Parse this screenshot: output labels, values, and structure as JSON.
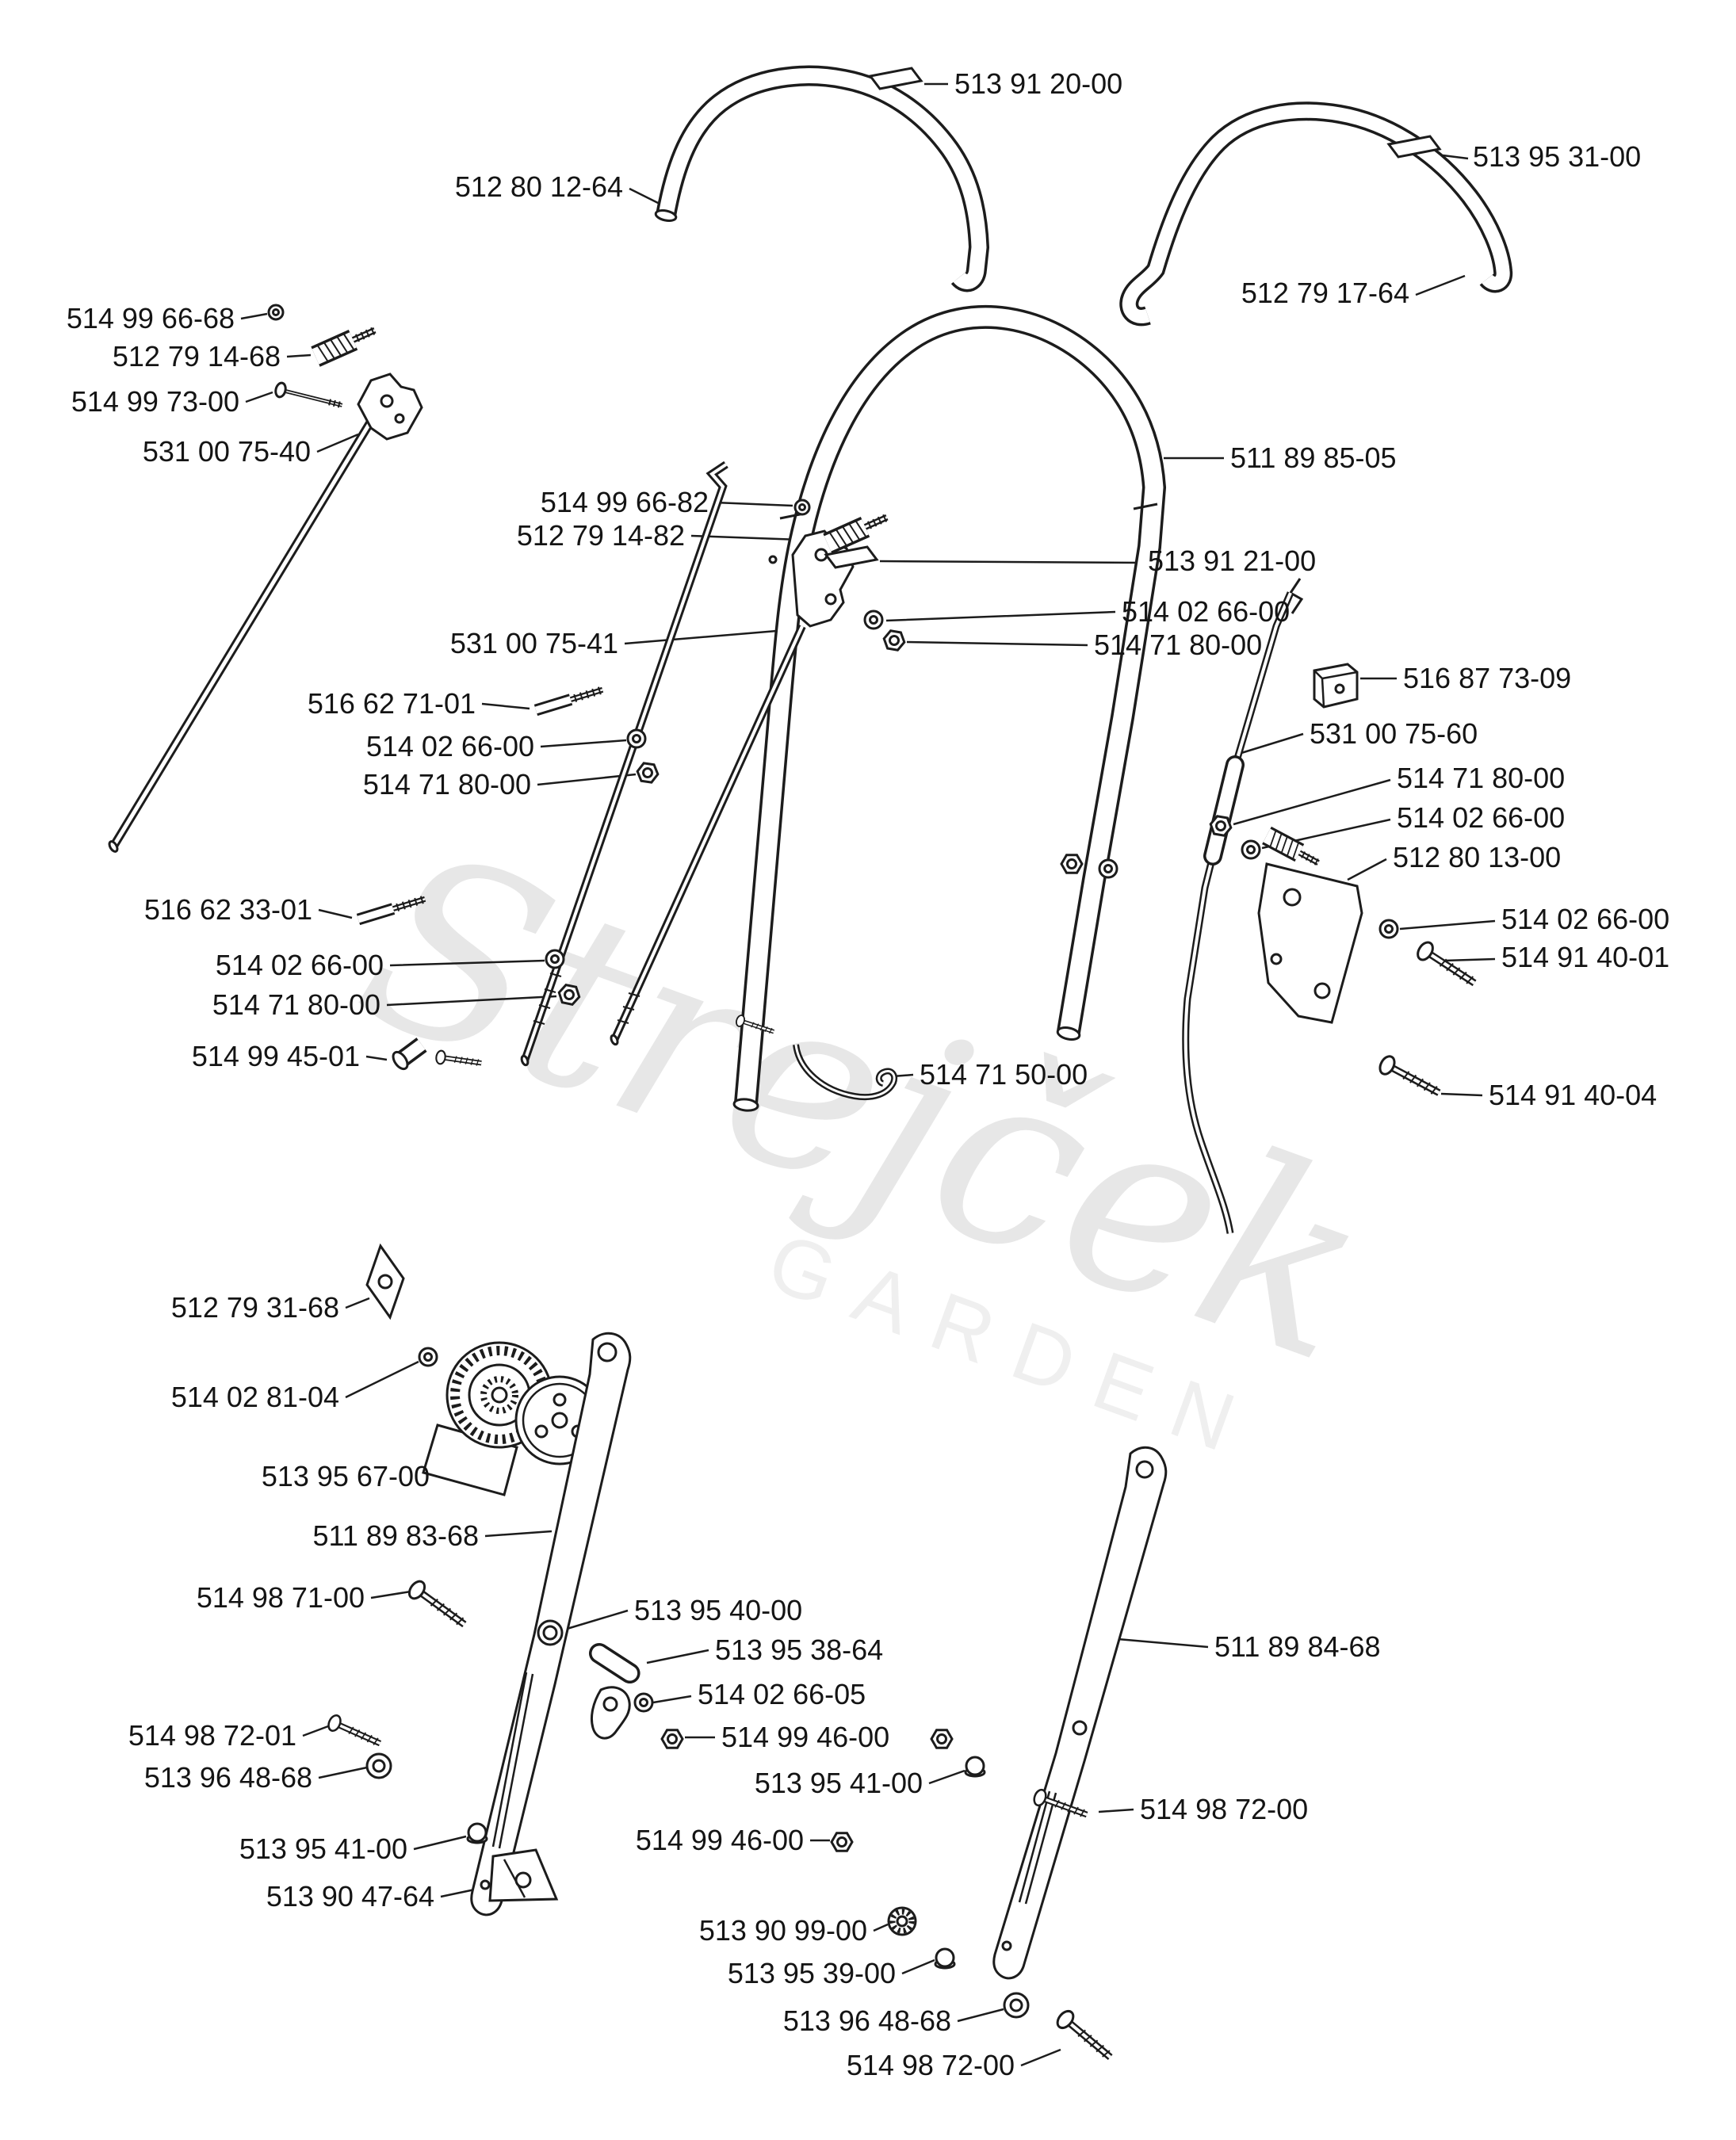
{
  "colors": {
    "background": "#ffffff",
    "line": "#1c1c1c",
    "watermark_word": "#e7e7e7",
    "watermark_sub": "#efefef"
  },
  "watermark": {
    "name": "Strejček",
    "subtitle": "GARDEN"
  },
  "part_labels": [
    "513 91 20-00",
    "512 80 12-64",
    "513 95 31-00",
    "512 79 17-64",
    "514 99 66-68",
    "512 79 14-68",
    "514 99 73-00",
    "531 00 75-40",
    "511 89 85-05",
    "514 99 66-82",
    "512 79 14-82",
    "513 91 21-00",
    "514 02 66-00",
    "514 71 80-00",
    "531 00 75-41",
    "516 87 73-09",
    "531 00 75-60",
    "516 62 71-01",
    "514 02 66-00",
    "514 71 80-00",
    "514 71 80-00",
    "514 02 66-00",
    "512 80 13-00",
    "514 02 66-00",
    "514 91 40-01",
    "516 62 33-01",
    "514 02 66-00",
    "514 71 80-00",
    "514 99 45-01",
    "514 71 50-00",
    "514 91 40-04",
    "512 79 31-68",
    "514 02 81-04",
    "513 95 67-00",
    "511 89 83-68",
    "514 98 71-00",
    "513 95 40-00",
    "513 95 38-64",
    "514 02 66-05",
    "514 99 46-00",
    "514 98 72-01",
    "513 96 48-68",
    "511 89 84-68",
    "513 95 41-00",
    "514 98 72-00",
    "513 95 41-00",
    "513 90 47-64",
    "514 99 46-00",
    "513 90 99-00",
    "513 95 39-00",
    "513 96 48-68",
    "514 98 72-00"
  ]
}
